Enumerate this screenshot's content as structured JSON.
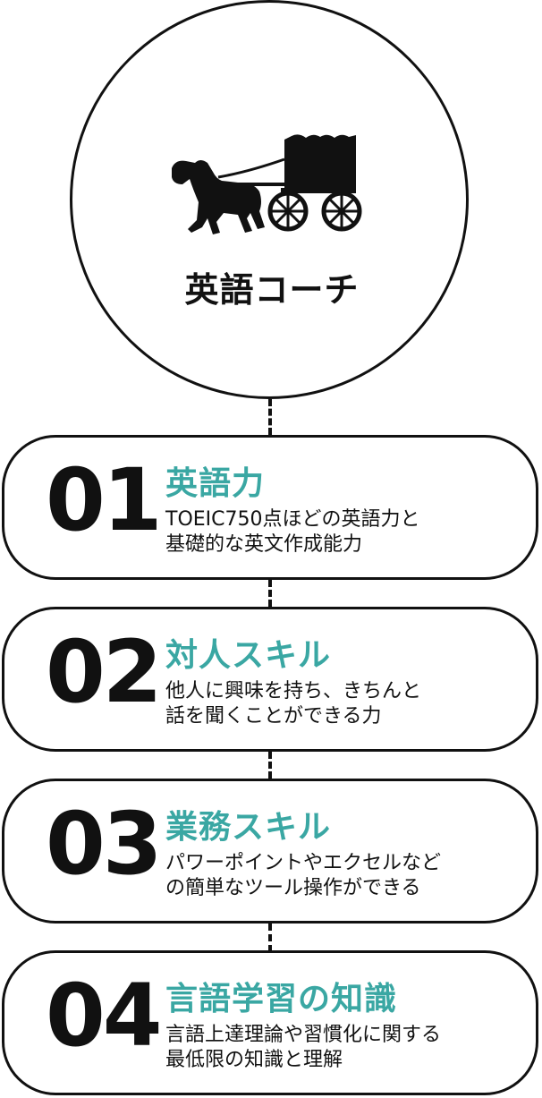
{
  "header": {
    "title": "英語コーチ",
    "icon": "horse-carriage-icon"
  },
  "colors": {
    "accent": "#3aa7a3",
    "text": "#111111"
  },
  "cards": [
    {
      "number": "01",
      "title": "英語力",
      "desc_line1": "TOEIC750点ほどの英語力と",
      "desc_line2": "基礎的な英文作成能力"
    },
    {
      "number": "02",
      "title": "対人スキル",
      "desc_line1": "他人に興味を持ち、きちんと",
      "desc_line2": "話を聞くことができる力"
    },
    {
      "number": "03",
      "title": "業務スキル",
      "desc_line1": "パワーポイントやエクセルなど",
      "desc_line2": "の簡単なツール操作ができる"
    },
    {
      "number": "04",
      "title": "言語学習の知識",
      "desc_line1": "言語上達理論や習慣化に関する",
      "desc_line2": "最低限の知識と理解"
    }
  ]
}
